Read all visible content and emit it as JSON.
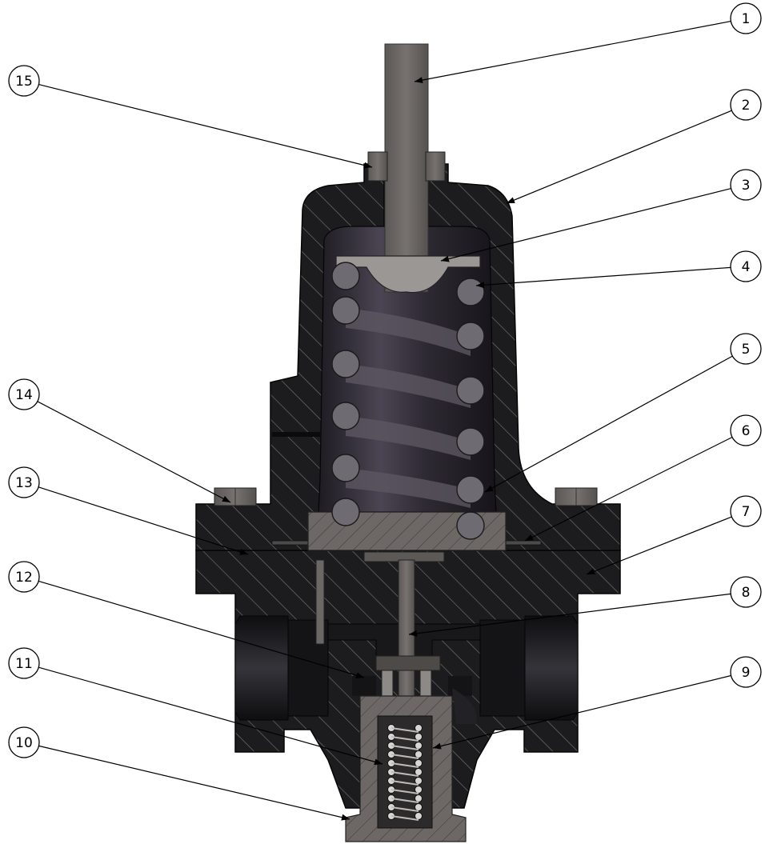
{
  "drawing": {
    "type": "section-view-assembly",
    "colors": {
      "body": "#1c1c1e",
      "body_edge": "#050505",
      "hatch": "#6c6c6c",
      "steel": "#6d6866",
      "steel_dark": "#4a4644",
      "spring": "#6e6c72",
      "spring_cavity": "#2e2a33",
      "line": "#000000",
      "background": "#ffffff"
    },
    "balloons": [
      {
        "id": "balloon-1",
        "label": "1"
      },
      {
        "id": "balloon-2",
        "label": "2"
      },
      {
        "id": "balloon-3",
        "label": "3"
      },
      {
        "id": "balloon-4",
        "label": "4"
      },
      {
        "id": "balloon-5",
        "label": "5"
      },
      {
        "id": "balloon-6",
        "label": "6"
      },
      {
        "id": "balloon-7",
        "label": "7"
      },
      {
        "id": "balloon-8",
        "label": "8"
      },
      {
        "id": "balloon-9",
        "label": "9"
      },
      {
        "id": "balloon-10",
        "label": "10"
      },
      {
        "id": "balloon-11",
        "label": "11"
      },
      {
        "id": "balloon-12",
        "label": "12"
      },
      {
        "id": "balloon-13",
        "label": "13"
      },
      {
        "id": "balloon-14",
        "label": "14"
      },
      {
        "id": "balloon-15",
        "label": "15"
      }
    ]
  }
}
